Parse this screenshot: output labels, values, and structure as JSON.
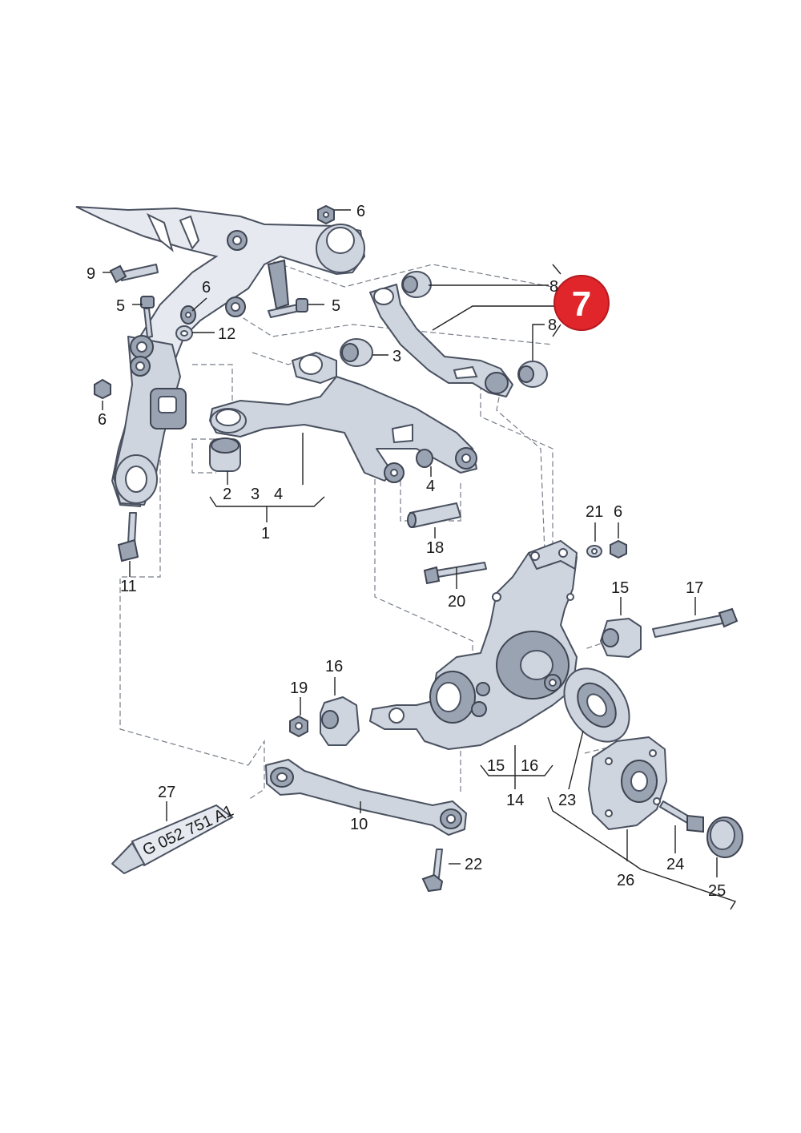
{
  "highlight": {
    "label": "7",
    "color": "#e0252b"
  },
  "tube_text": "G 052 751 A1",
  "labels": {
    "l1": "1",
    "l2": "2",
    "l3a": "3",
    "l3b": "3",
    "l4a": "4",
    "l4b": "4",
    "l5a": "5",
    "l5b": "5",
    "l6a": "6",
    "l6b": "6",
    "l6c": "6",
    "l6d": "6",
    "l8a": "8",
    "l8b": "8",
    "l9": "9",
    "l10": "10",
    "l11": "11",
    "l12": "12",
    "l14": "14",
    "l15a": "15",
    "l15b": "15",
    "l16a": "16",
    "l16b": "16",
    "l17": "17",
    "l18": "18",
    "l19": "19",
    "l20": "20",
    "l21": "21",
    "l22": "22",
    "l23": "23",
    "l24": "24",
    "l25": "25",
    "l26": "26",
    "l27": "27"
  }
}
